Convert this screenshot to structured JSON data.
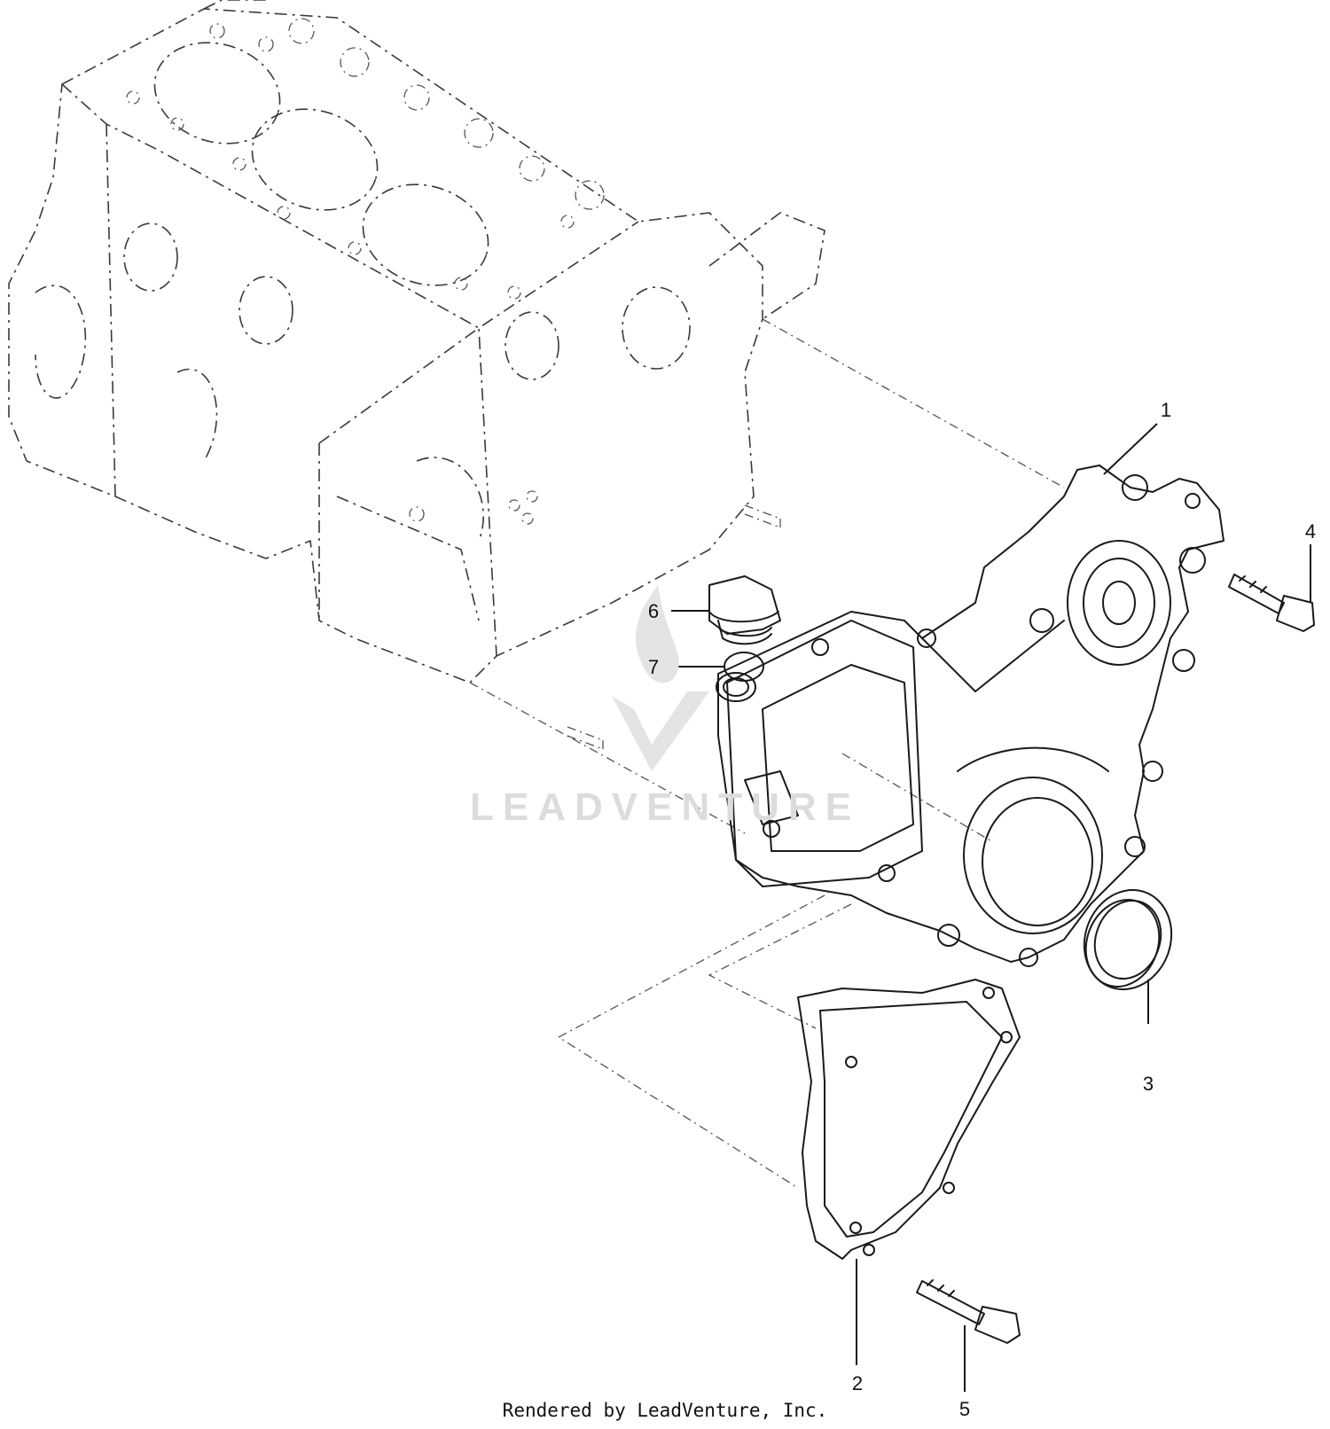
{
  "callouts": [
    {
      "id": "1",
      "label": "1"
    },
    {
      "id": "2",
      "label": "2"
    },
    {
      "id": "3",
      "label": "3"
    },
    {
      "id": "4",
      "label": "4"
    },
    {
      "id": "5",
      "label": "5"
    },
    {
      "id": "6",
      "label": "6"
    },
    {
      "id": "7",
      "label": "7"
    }
  ],
  "watermark": {
    "text": "LEADVENTURE"
  },
  "footer": {
    "credit": "Rendered by LeadVenture, Inc."
  },
  "colors": {
    "line": "#1a1a1a",
    "watermark": "#dcdcdc",
    "background": "#ffffff"
  }
}
